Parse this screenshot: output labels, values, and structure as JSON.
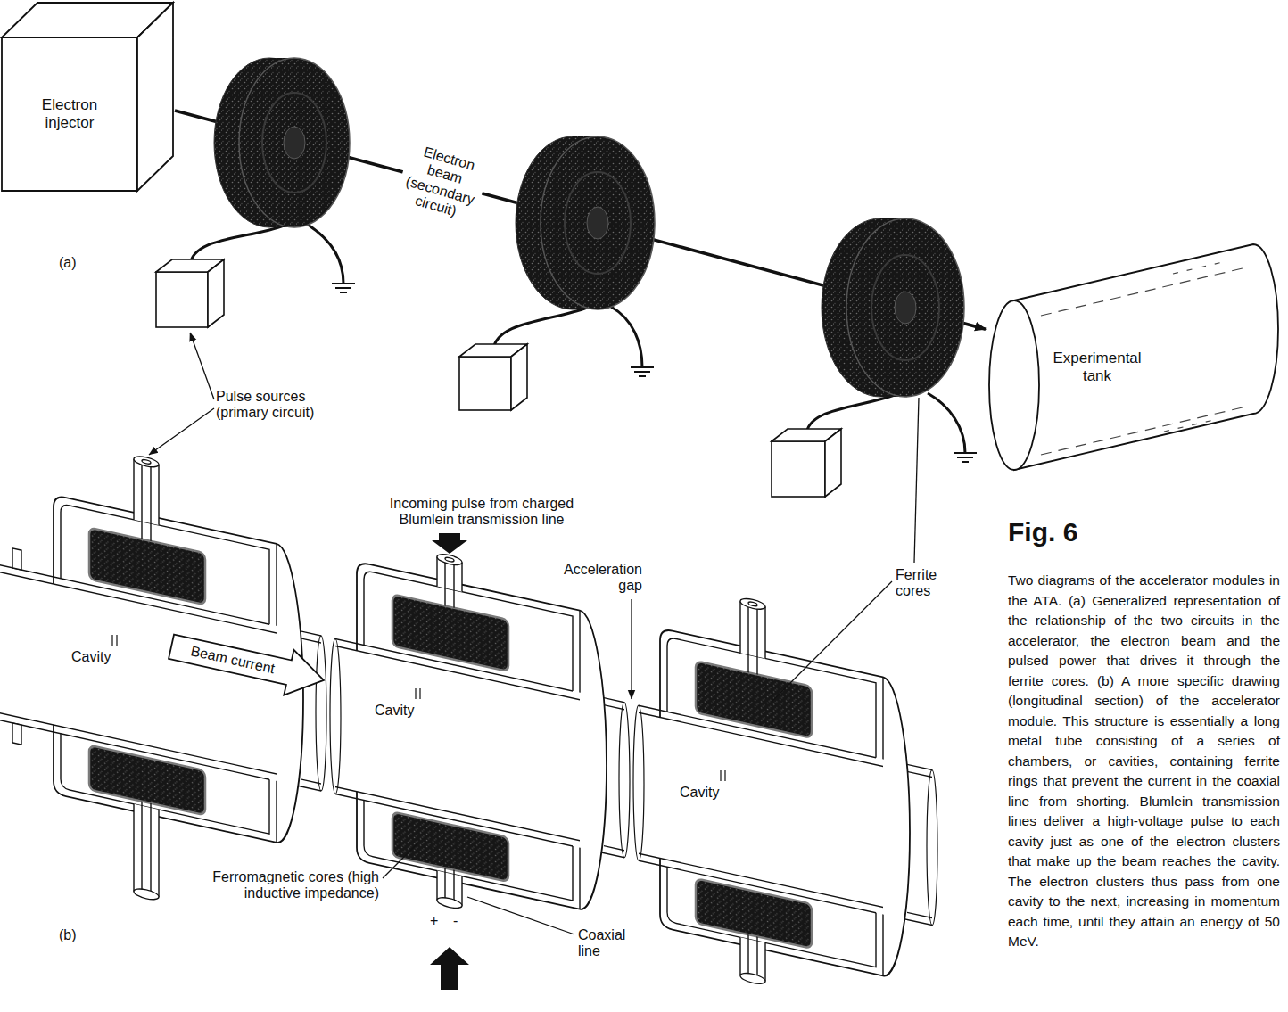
{
  "diagram": {
    "title": "Fig. 6",
    "caption": "Two diagrams of the accelerator modules in the ATA. (a) Generalized representation of the relationship of the two circuits in the accelerator, the electron beam and the pulsed power that drives it through the ferrite cores. (b) A more specific drawing (longitudinal section) of the accelerator module. This structure is essentially a long metal tube consisting of a series of chambers, or cavities, containing ferrite rings that prevent the current in the coaxial line from shorting. Blumlein transmission lines deliver a high-voltage pulse to each cavity just as one of the electron clusters that make up the beam reaches the cavity. The electron clusters thus pass from one cavity to the next, increasing in momentum each time, until they attain an energy of 50 MeV.",
    "nodes": [
      {
        "text": [
          "Electron injector"
        ]
      },
      {
        "text": [
          "Experimental tank"
        ]
      },
      {
        "text": [
          "Beam current"
        ]
      }
    ],
    "edges": [
      {
        "from": 0,
        "to": 1,
        "arrow": "to",
        "label": "Electron beam (secondary circuit)"
      }
    ],
    "labels": [
      "(a)",
      "Pulse sources (primary circuit)",
      "Incoming pulse from charged Blumlein transmission line",
      "Acceleration gap",
      "Cavity",
      "Cavity",
      "Cavity",
      "Ferrite cores",
      "Ferromagnetic cores (high inductive impedance)",
      "Coaxial line",
      "+",
      "-",
      "(b)"
    ]
  }
}
